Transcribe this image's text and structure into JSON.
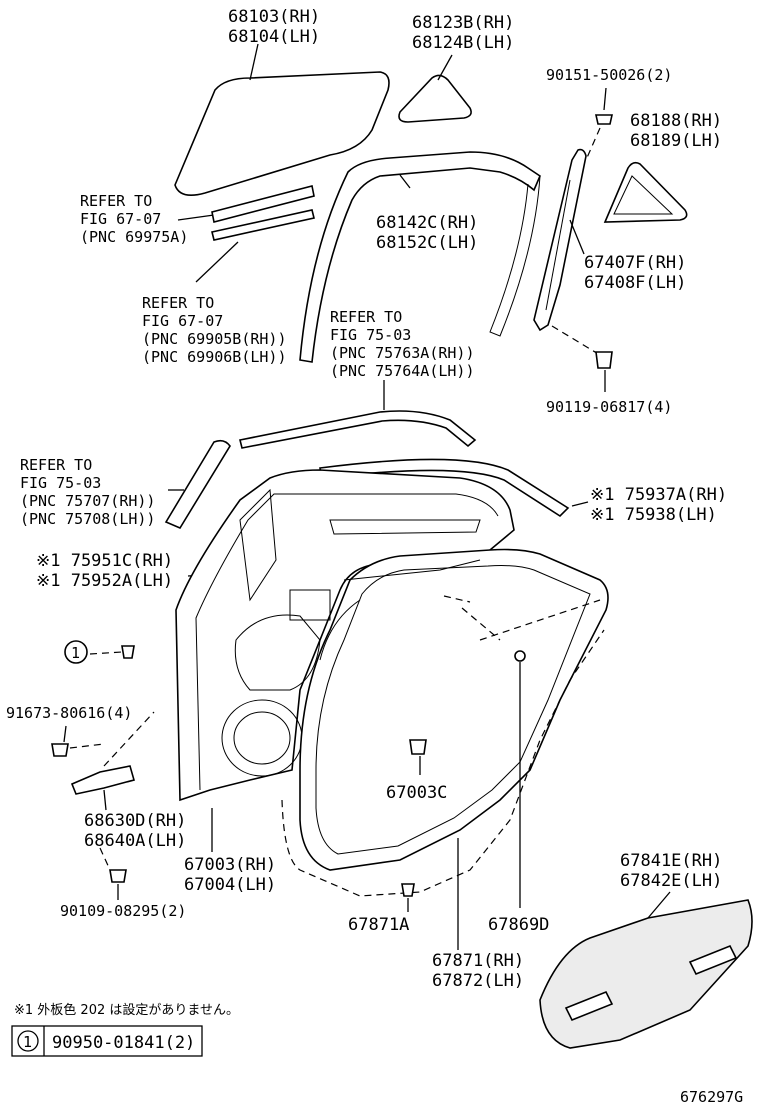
{
  "diagram_id": "676297G",
  "note": "※1 外板色 202 は設定がありません。",
  "legend": {
    "symbol": "1",
    "part": "90950-01841(2)"
  },
  "parts": {
    "glass_rh": "68103(RH)",
    "glass_lh": "68104(LH)",
    "qglass_rh": "68123B(RH)",
    "qglass_lh": "68124B(LH)",
    "screw_top": "90151-50026(2)",
    "qwin_rh": "68188(RH)",
    "qwin_lh": "68189(LH)",
    "run_rh": "68142C(RH)",
    "run_lh": "68152C(LH)",
    "frame_rh": "67407F(RH)",
    "frame_lh": "67408F(LH)",
    "bolt_mid": "90119-06817(4)",
    "refer1_a": "REFER TO",
    "refer1_b": "FIG 67-07",
    "refer1_c": "(PNC 69975A)",
    "refer2_a": "REFER TO",
    "refer2_b": "FIG 67-07",
    "refer2_c": "(PNC 69905B(RH))",
    "refer2_d": "(PNC 69906B(LH))",
    "refer3_a": "REFER TO",
    "refer3_b": "FIG 75-03",
    "refer3_c": "(PNC 75763A(RH))",
    "refer3_d": "(PNC 75764A(LH))",
    "refer4_a": "REFER TO",
    "refer4_b": "FIG 75-03",
    "refer4_c": "(PNC 75707(RH))",
    "refer4_d": "(PNC 75708(LH))",
    "mold_rh": "※1 75937A(RH)",
    "mold_lh": "※1 75938(LH)",
    "garn_rh": "※1 75951C(RH)",
    "garn_lh": "※1 75952A(LH)",
    "bolt_left": "91673-80616(4)",
    "hinge_rh": "68630D(RH)",
    "hinge_lh": "68640A(LH)",
    "clip": "67003C",
    "panel_rh": "67003(RH)",
    "panel_lh": "67004(LH)",
    "bolt_low": "90109-08295(2)",
    "clip_a": "67871A",
    "clip_d": "67869D",
    "seal_rh": "67871(RH)",
    "seal_lh": "67872(LH)",
    "cover_rh": "67841E(RH)",
    "cover_lh": "67842E(LH)",
    "callout": "1"
  }
}
